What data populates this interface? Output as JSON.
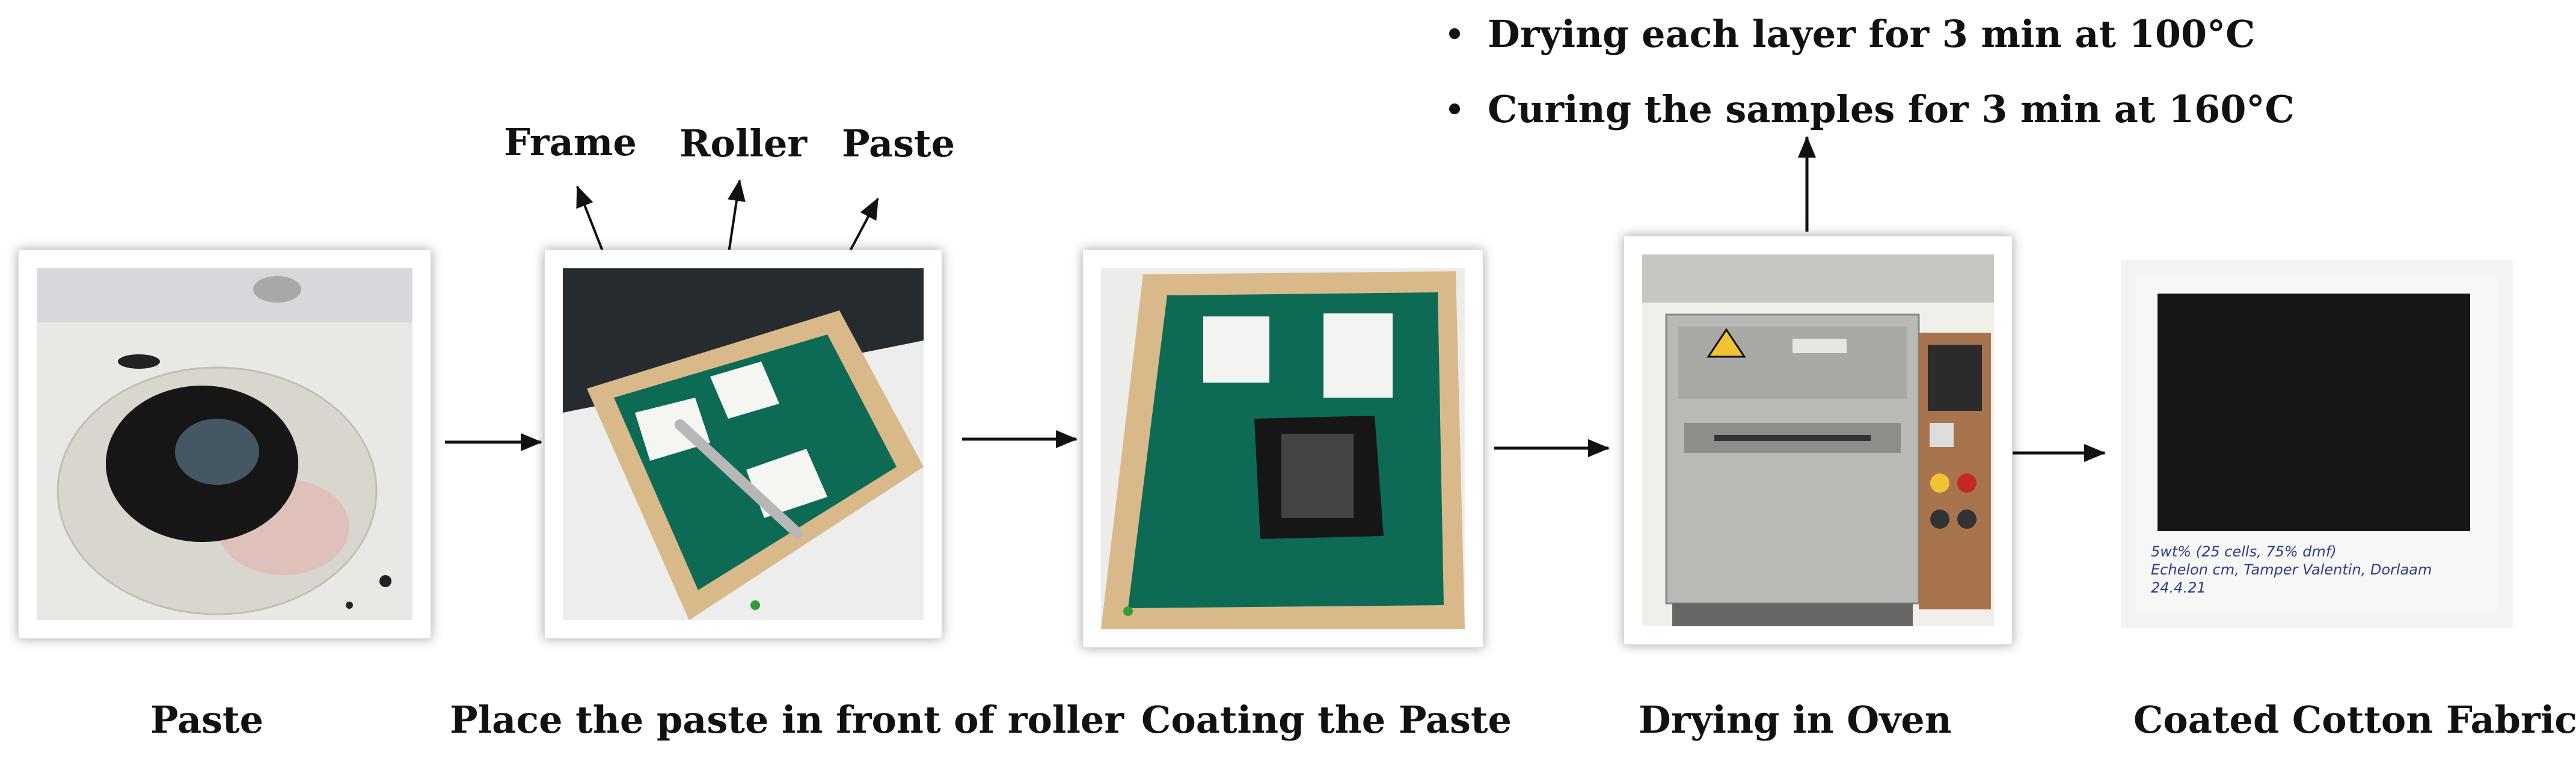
{
  "steps": [
    {
      "caption": "Paste"
    },
    {
      "caption": "Place the paste in front of roller"
    },
    {
      "caption": "Coating the Paste"
    },
    {
      "caption": "Drying in Oven"
    },
    {
      "caption": "Coated Cotton Fabric"
    }
  ],
  "labels": {
    "frame": "Frame",
    "roller": "Roller",
    "paste": "Paste"
  },
  "drying_notes": [
    "Drying each layer for 3 min at 100°C",
    "Curing the samples for 3 min at 160°C"
  ],
  "fabric_note": {
    "line1": "5wt% (25 cells, 75% dmf)",
    "line2": "Echelon cm, Tamper Valentin, Dorlaam",
    "line3": "24.4.21"
  },
  "colors": {
    "screen_green": "#0d6b55",
    "frame_wood": "#d9b98a",
    "paste_black": "#161616"
  }
}
